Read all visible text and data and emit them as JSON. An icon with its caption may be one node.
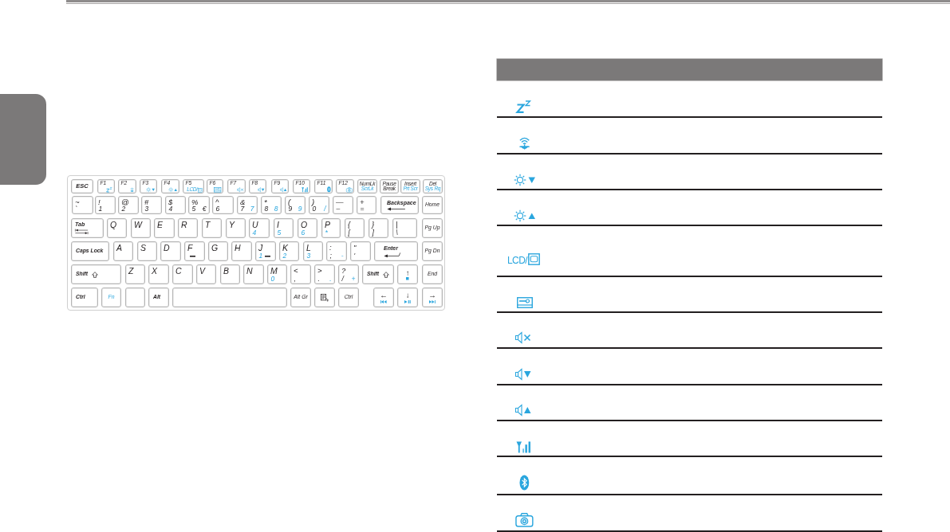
{
  "diagram": {
    "nodes": [
      {
        "text": [],
        "shape": "box"
      },
      {
        "text": [],
        "shape": "box"
      },
      {
        "text": [
          "ESC"
        ],
        "in": 1
      },
      {
        "text": [
          "F1"
        ],
        "in": 1
      },
      {
        "text": [
          "F2"
        ],
        "in": 1
      },
      {
        "text": [
          "F3"
        ],
        "in": 1
      },
      {
        "text": [
          "F4"
        ],
        "in": 1
      },
      {
        "text": [
          "F5",
          "LCD/"
        ],
        "in": 1
      },
      {
        "text": [
          "F6"
        ],
        "in": 1
      },
      {
        "text": [
          "F7"
        ],
        "in": 1
      },
      {
        "text": [
          "F8"
        ],
        "in": 1
      },
      {
        "text": [
          "F9"
        ],
        "in": 1
      },
      {
        "text": [
          "F10"
        ],
        "in": 1
      },
      {
        "text": [
          "F11"
        ],
        "in": 1
      },
      {
        "text": [
          "F12"
        ],
        "in": 1
      },
      {
        "text": [
          "NumLk",
          "ScrLk"
        ],
        "in": 1
      },
      {
        "text": [
          "Pause",
          "Break"
        ],
        "in": 1
      },
      {
        "text": [
          "Insert",
          "Prt Scr"
        ],
        "in": 1
      },
      {
        "text": [
          "Del",
          "Sys Rq"
        ],
        "in": 1
      },
      {
        "text": [
          "~",
          "`"
        ],
        "in": 1
      },
      {
        "text": [
          "!",
          "1"
        ],
        "in": 1
      },
      {
        "text": [
          "@",
          "2"
        ],
        "in": 1
      },
      {
        "text": [
          "#",
          "3"
        ],
        "in": 1
      },
      {
        "text": [
          "$",
          "4"
        ],
        "in": 1
      },
      {
        "text": [
          "%",
          "5",
          "€"
        ],
        "in": 1
      },
      {
        "text": [
          "^",
          "6"
        ],
        "in": 1
      },
      {
        "text": [
          "&",
          "7",
          "7"
        ],
        "in": 1
      },
      {
        "text": [
          "*",
          "8",
          "8"
        ],
        "in": 1
      },
      {
        "text": [
          "(",
          "9",
          "9"
        ],
        "in": 1
      },
      {
        "text": [
          ")",
          "0",
          "/"
        ],
        "in": 1
      },
      {
        "text": [
          "—",
          "–"
        ],
        "in": 1
      },
      {
        "text": [
          "+",
          "="
        ],
        "in": 1
      },
      {
        "text": [
          "Backspace"
        ],
        "in": 1
      },
      {
        "text": [
          "Home"
        ],
        "in": 1
      },
      {
        "text": [
          "Tab"
        ],
        "in": 1
      },
      {
        "text": [
          "Q"
        ],
        "in": 1
      },
      {
        "text": [
          "W"
        ],
        "in": 1
      },
      {
        "text": [
          "E"
        ],
        "in": 1
      },
      {
        "text": [
          "R"
        ],
        "in": 1
      },
      {
        "text": [
          "T"
        ],
        "in": 1
      },
      {
        "text": [
          "Y"
        ],
        "in": 1
      },
      {
        "text": [
          "U",
          "4"
        ],
        "in": 1
      },
      {
        "text": [
          "I",
          "5"
        ],
        "in": 1
      },
      {
        "text": [
          "O",
          "6"
        ],
        "in": 1
      },
      {
        "text": [
          "P",
          "*"
        ],
        "in": 1
      },
      {
        "text": [
          "{",
          "["
        ],
        "in": 1
      },
      {
        "text": [
          "}",
          "]"
        ],
        "in": 1
      },
      {
        "text": [
          "|",
          "\\"
        ],
        "in": 1
      },
      {
        "text": [
          "Pg Up"
        ],
        "in": 1
      },
      {
        "text": [
          "Caps Lock"
        ],
        "in": 1
      },
      {
        "text": [
          "A"
        ],
        "in": 1
      },
      {
        "text": [
          "S"
        ],
        "in": 1
      },
      {
        "text": [
          "D"
        ],
        "in": 1
      },
      {
        "text": [
          "F"
        ],
        "in": 1
      },
      {
        "text": [
          "G"
        ],
        "in": 1
      },
      {
        "text": [
          "H"
        ],
        "in": 1
      },
      {
        "text": [
          "J",
          "1"
        ],
        "in": 1
      },
      {
        "text": [
          "K",
          "2"
        ],
        "in": 1
      },
      {
        "text": [
          "L",
          "3"
        ],
        "in": 1
      },
      {
        "text": [
          ":",
          ";",
          "-"
        ],
        "in": 1
      },
      {
        "text": [
          "\"",
          "'"
        ],
        "in": 1
      },
      {
        "text": [
          "Enter"
        ],
        "in": 1
      },
      {
        "text": [
          "Pg Dn"
        ],
        "in": 1
      },
      {
        "text": [
          "Shift"
        ],
        "in": 1
      },
      {
        "text": [
          "Z"
        ],
        "in": 1
      },
      {
        "text": [
          "X"
        ],
        "in": 1
      },
      {
        "text": [
          "C"
        ],
        "in": 1
      },
      {
        "text": [
          "V"
        ],
        "in": 1
      },
      {
        "text": [
          "B"
        ],
        "in": 1
      },
      {
        "text": [
          "N"
        ],
        "in": 1
      },
      {
        "text": [
          "M",
          "0"
        ],
        "in": 1
      },
      {
        "text": [
          "<",
          ","
        ],
        "in": 1
      },
      {
        "text": [
          ">",
          ".",
          "."
        ],
        "in": 1
      },
      {
        "text": [
          "?",
          "/",
          "+"
        ],
        "in": 1
      },
      {
        "text": [
          "Shift"
        ],
        "in": 1
      },
      {
        "text": [
          "↑"
        ],
        "in": 1
      },
      {
        "text": [
          "End"
        ],
        "in": 1
      },
      {
        "text": [
          "Ctrl"
        ],
        "in": 1
      },
      {
        "text": [
          "Fn"
        ],
        "in": 1
      },
      {
        "text": [],
        "shape": "box",
        "in": 1
      },
      {
        "text": [
          "Alt"
        ],
        "in": 1
      },
      {
        "text": [],
        "shape": "box",
        "in": 1
      },
      {
        "text": [
          "Alt Gr"
        ],
        "in": 1
      },
      {
        "text": [],
        "shape": "box",
        "in": 1
      },
      {
        "text": [
          "Ctrl"
        ],
        "in": 1
      },
      {
        "text": [
          "←"
        ],
        "in": 1
      },
      {
        "text": [
          "↓"
        ],
        "in": 1
      },
      {
        "text": [
          "→"
        ],
        "in": 1
      }
    ],
    "labels": [
      "LCD/"
    ]
  }
}
